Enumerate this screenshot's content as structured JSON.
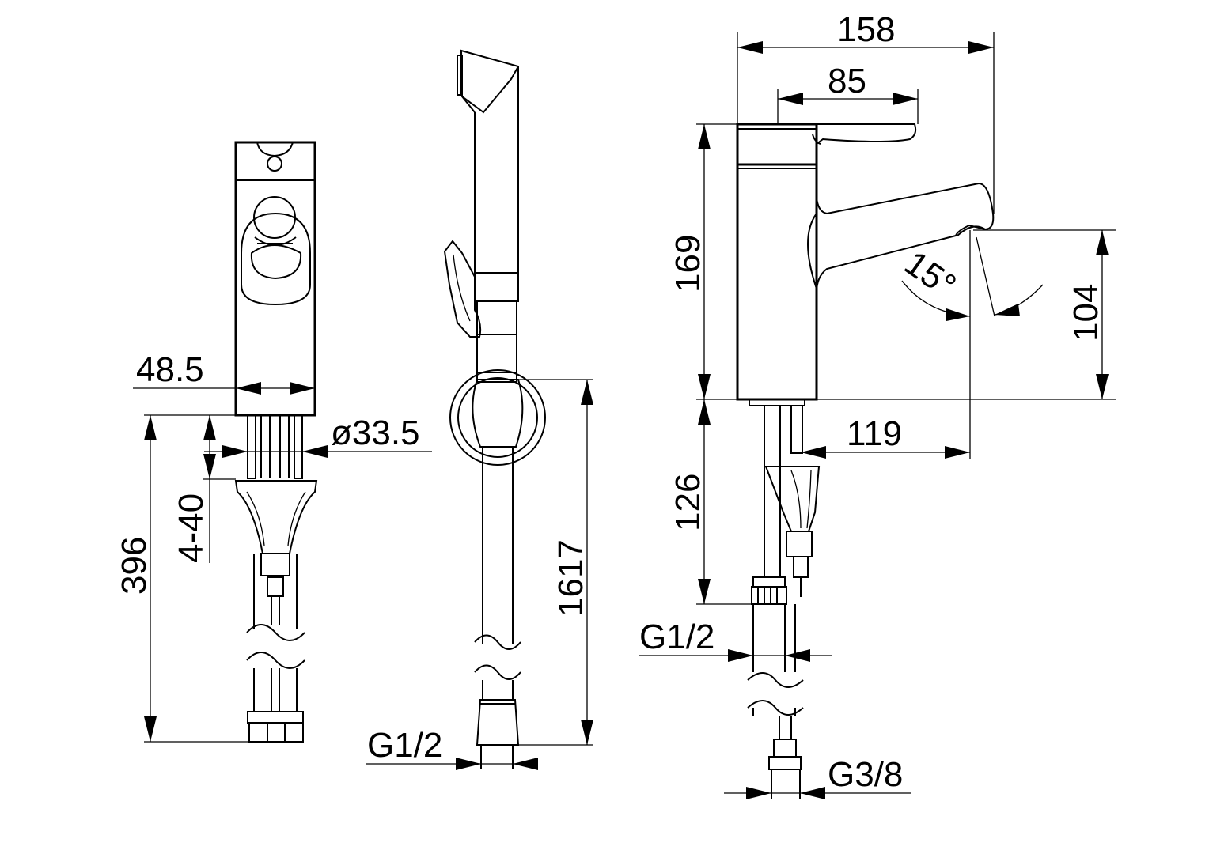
{
  "dimensions": {
    "front_width": "48.5",
    "front_total_height": "396",
    "front_clamp_range": "4-40",
    "front_hole_dia": "ø33.5",
    "hose_length": "1617",
    "hose_thread": "G1/2",
    "side_total_width": "158",
    "side_lever_width": "85",
    "side_body_height": "169",
    "side_spout_height": "104",
    "side_spout_angle": "15°",
    "side_spout_reach": "119",
    "side_under_height": "126",
    "side_thread_main": "G1/2",
    "side_thread_supply": "G3/8"
  }
}
